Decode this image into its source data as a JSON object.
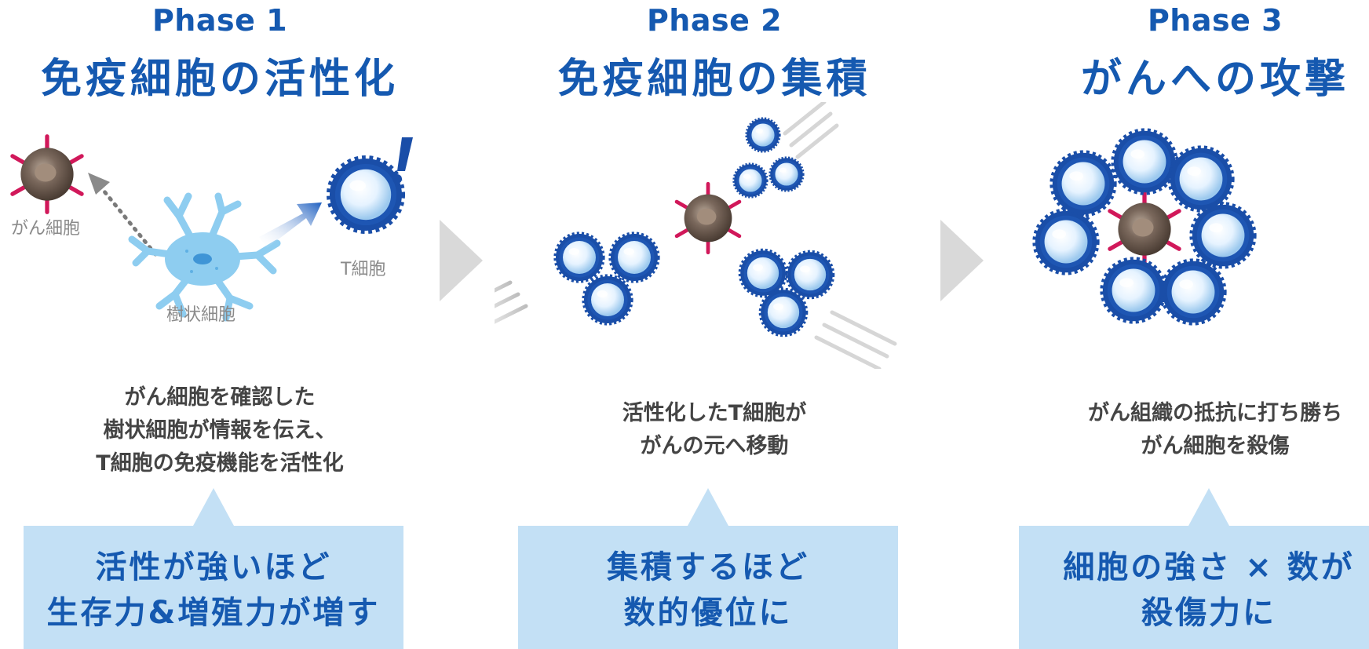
{
  "phases": [
    {
      "number": "Phase 1",
      "title": "免疫細胞の活性化",
      "labels": {
        "cancer_cell": "がん細胞",
        "t_cell": "T細胞",
        "dendritic_cell": "樹状細胞"
      },
      "description": "がん細胞を確認した\n樹状細胞が情報を伝え、\nT細胞の免疫機能を活性化",
      "callout": "活性が強いほど\n生存力&増殖力が増す"
    },
    {
      "number": "Phase 2",
      "title": "免疫細胞の集積",
      "description": "活性化したT細胞が\nがんの元へ移動",
      "callout": "集積するほど\n数的優位に"
    },
    {
      "number": "Phase 3",
      "title": "がんへの攻撃",
      "description": "がん組織の抵抗に打ち勝ち\nがん細胞を殺傷",
      "callout": "細胞の強さ × 数が\n殺傷力に"
    }
  ],
  "colors": {
    "heading_blue": "#1559b0",
    "callout_bg": "#c3e0f5",
    "next_arrow": "#d9d9d9",
    "cancer_body": "#6b5a4f",
    "cancer_spike": "#d1185a",
    "t_cell_ring": "#1a4ea8",
    "t_cell_core": "#e8f4ff",
    "dendritic": "#8ecdf0"
  },
  "icons": [
    "cancer-cell-icon",
    "t-cell-icon",
    "dendritic-cell-icon",
    "exclamation-icon",
    "signal-arrow-icon",
    "next-arrow-icon",
    "motion-lines-icon"
  ]
}
